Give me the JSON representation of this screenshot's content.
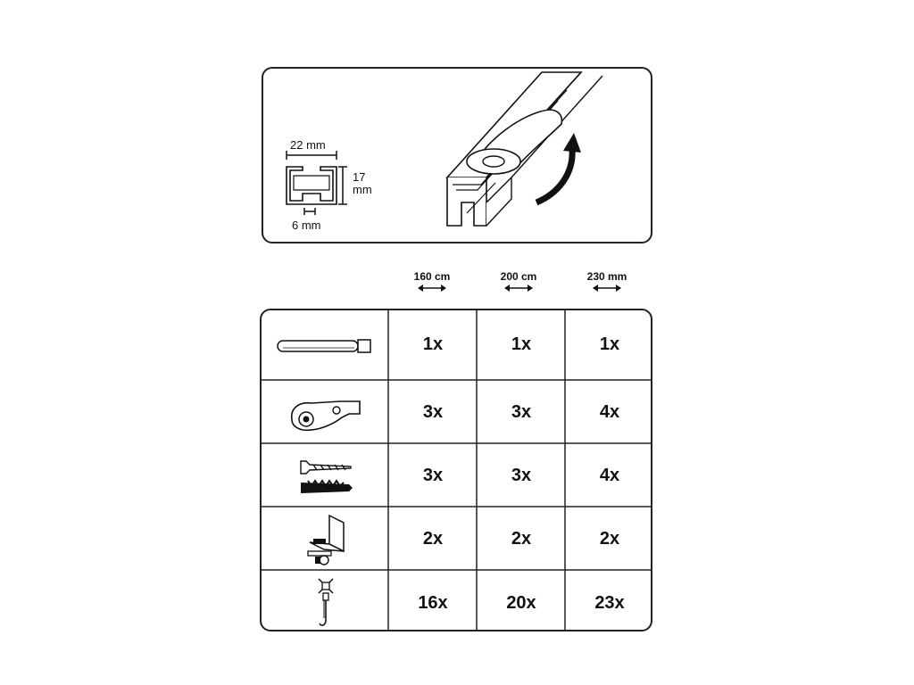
{
  "profile": {
    "width_label": "22 mm",
    "height_label_line1": "17",
    "height_label_line2": "mm",
    "slot_label": "6 mm"
  },
  "columns": [
    "160 cm",
    "200 cm",
    "230 mm"
  ],
  "rows": [
    {
      "icon": "end-cap-icon",
      "quantities": [
        "1x",
        "1x",
        "1x"
      ]
    },
    {
      "icon": "clip-bracket-icon",
      "quantities": [
        "3x",
        "3x",
        "4x"
      ]
    },
    {
      "icon": "screw-and-dowel-icon",
      "quantities": [
        "3x",
        "3x",
        "4x"
      ]
    },
    {
      "icon": "wall-bracket-icon",
      "quantities": [
        "2x",
        "2x",
        "2x"
      ]
    },
    {
      "icon": "glider-hook-icon",
      "quantities": [
        "16x",
        "20x",
        "23x"
      ]
    }
  ]
}
